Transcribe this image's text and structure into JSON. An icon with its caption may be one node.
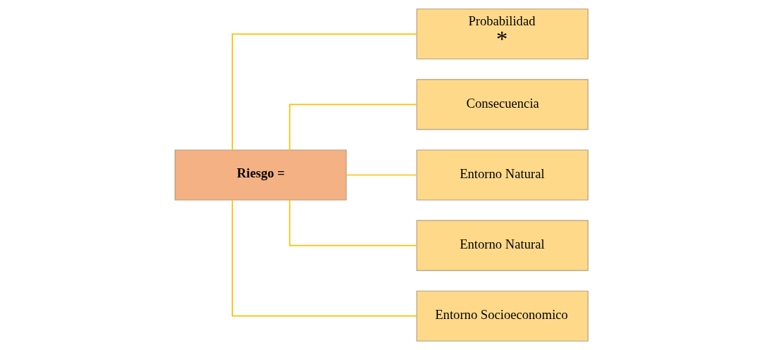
{
  "diagram": {
    "nodes": [
      {
        "text": [
          "Riesgo ="
        ]
      },
      {
        "text": [
          "Probabilidad",
          "*"
        ]
      },
      {
        "text": [
          "Consecuencia"
        ]
      },
      {
        "text": [
          "Entorno Natural"
        ]
      },
      {
        "text": [
          "Entorno Natural"
        ]
      },
      {
        "text": [
          "Entorno Socioeconomico"
        ]
      }
    ],
    "edges": [
      {
        "from": 0,
        "to": 1,
        "arrow": "none"
      },
      {
        "from": 0,
        "to": 2,
        "arrow": "none"
      },
      {
        "from": 0,
        "to": 3,
        "arrow": "none"
      },
      {
        "from": 0,
        "to": 4,
        "arrow": "none"
      },
      {
        "from": 0,
        "to": 5,
        "arrow": "none"
      }
    ]
  }
}
